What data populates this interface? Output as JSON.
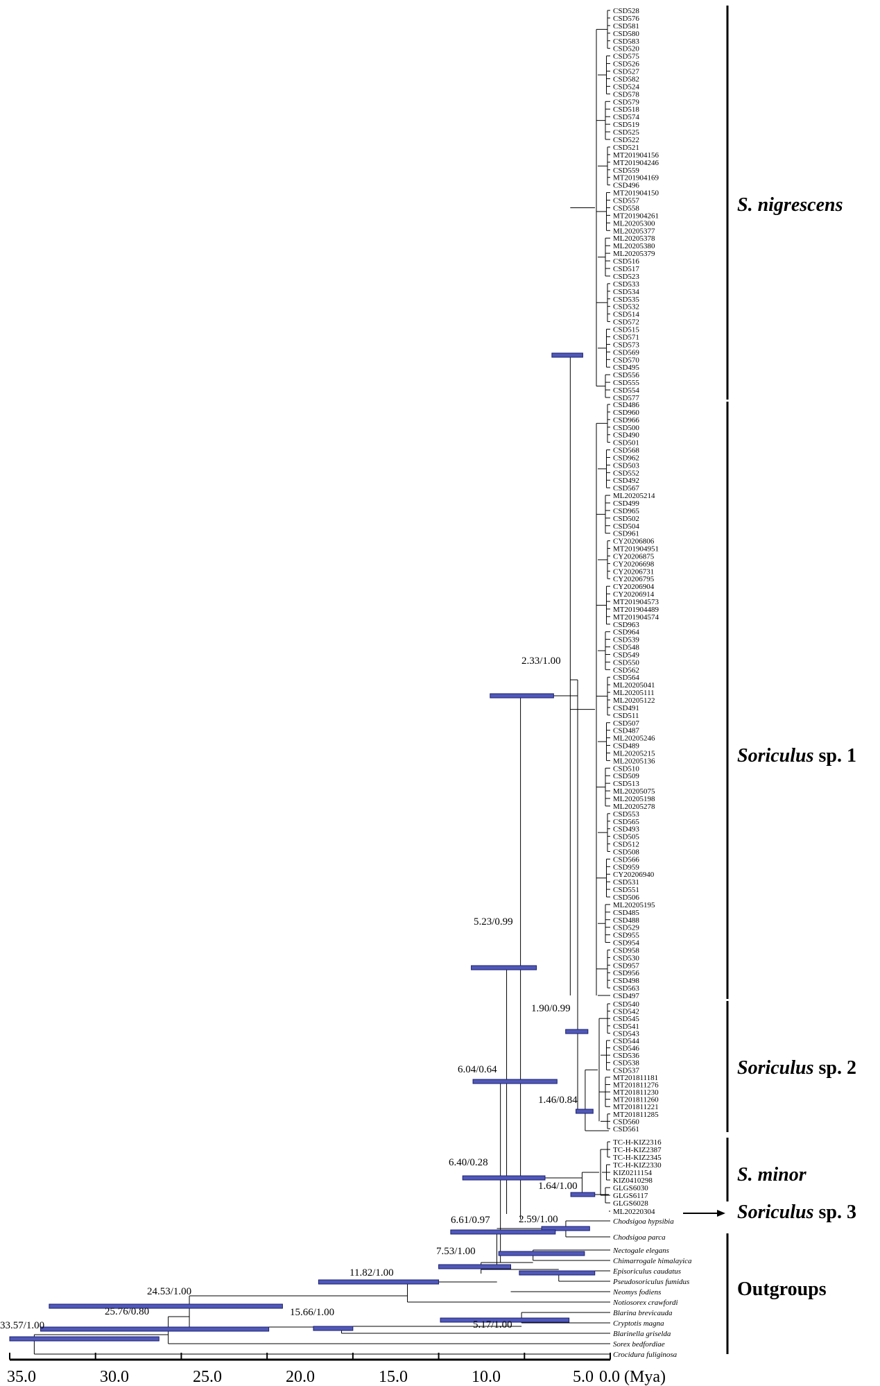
{
  "clades": {
    "nigrescens": "S. nigrescens",
    "sp1_genus": "Soriculus",
    "sp1_suffix": "sp. 1",
    "sp2_genus": "Soriculus",
    "sp2_suffix": "sp. 2",
    "minor": "S. minor",
    "sp3_genus": "Soriculus",
    "sp3_suffix": "sp. 3",
    "outgroups": "Outgroups"
  },
  "node_labels": {
    "n233": "2.33/1.00",
    "n523": "5.23/0.99",
    "n190": "1.90/0.99",
    "n604": "6.04/0.64",
    "n146": "1.46/0.84",
    "n640": "6.40/0.28",
    "n164": "1.64/1.00",
    "n661": "6.61/0.97",
    "n259": "2.59/1.00",
    "n753": "7.53/1.00",
    "n1182": "11.82/1.00",
    "n2453": "24.53/1.00",
    "n2576": "25.76/0.80",
    "n1566": "15.66/1.00",
    "n517": "5.17/1.00",
    "n3357": "33.57/1.00"
  },
  "axis": {
    "ticks": [
      "35.0",
      "30.0",
      "25.0",
      "20.0",
      "15.0",
      "10.0",
      "5.0",
      "0.0 (Mya)"
    ]
  },
  "groups": {
    "nigrescens": [
      "CSD528",
      "CSD576",
      "CSD581",
      "CSD580",
      "CSD583",
      "CSD520",
      "CSD575",
      "CSD526",
      "CSD527",
      "CSD582",
      "CSD524",
      "CSD578",
      "CSD579",
      "CSD518",
      "CSD574",
      "CSD519",
      "CSD525",
      "CSD522",
      "CSD521",
      "MT201904156",
      "MT201904246",
      "CSD559",
      "MT201904169",
      "CSD496",
      "MT201904150",
      "CSD557",
      "CSD558",
      "MT201904261",
      "ML20205300",
      "ML20205377",
      "ML20205378",
      "ML20205380",
      "ML20205379",
      "CSD516",
      "CSD517",
      "CSD523",
      "CSD533",
      "CSD534",
      "CSD535",
      "CSD532",
      "CSD514",
      "CSD572",
      "CSD515",
      "CSD571",
      "CSD573",
      "CSD569",
      "CSD570",
      "CSD495",
      "CSD556",
      "CSD555",
      "CSD554",
      "CSD577"
    ],
    "sp1": [
      "CSD486",
      "CSD960",
      "CSD966",
      "CSD500",
      "CSD490",
      "CSD501",
      "CSD568",
      "CSD962",
      "CSD503",
      "CSD552",
      "CSD492",
      "CSD567",
      "ML20205214",
      "CSD499",
      "CSD965",
      "CSD502",
      "CSD504",
      "CSD961",
      "CY20206806",
      "MT201904951",
      "CY20206875",
      "CY20206698",
      "CY20206731",
      "CY20206795",
      "CY20206904",
      "CY20206914",
      "MT201904573",
      "MT201904489",
      "MT201904574",
      "CSD963",
      "CSD964",
      "CSD539",
      "CSD548",
      "CSD549",
      "CSD550",
      "CSD562",
      "CSD564",
      "ML20205041",
      "ML20205111",
      "ML20205122",
      "CSD491",
      "CSD511",
      "CSD507",
      "CSD487",
      "ML20205246",
      "CSD489",
      "ML20205215",
      "ML20205136",
      "CSD510",
      "CSD509",
      "CSD513",
      "ML20205075",
      "ML20205198",
      "ML20205278",
      "CSD553",
      "CSD565",
      "CSD493",
      "CSD505",
      "CSD512",
      "CSD508",
      "CSD566",
      "CSD959",
      "CY20206940",
      "CSD531",
      "CSD551",
      "CSD506",
      "ML20205195",
      "CSD485",
      "CSD488",
      "CSD529",
      "CSD955",
      "CSD954",
      "CSD958",
      "CSD530",
      "CSD957",
      "CSD956",
      "CSD498",
      "CSD563",
      "CSD497"
    ],
    "sp2": [
      "CSD540",
      "CSD542",
      "CSD545",
      "CSD541",
      "CSD543",
      "CSD544",
      "CSD546",
      "CSD536",
      "CSD538",
      "CSD537",
      "MT201811181",
      "MT201811276",
      "MT201811230",
      "MT201811260",
      "MT201811221",
      "MT201811285",
      "CSD560",
      "CSD561"
    ],
    "minor": [
      "TC-H-KIZ2316",
      "TC-H-KIZ2387",
      "TC-H-KIZ2345",
      "TC-H-KIZ2330",
      "KIZ0211154",
      "KIZ0410298",
      "GLGS6030",
      "GLGS6117",
      "GLGS6028"
    ],
    "sp3": [
      "ML20220304"
    ],
    "chodsigoa": [
      "Chodsigoa hypsibia",
      "Chodsigoa parca"
    ],
    "outgroups": [
      "Nectogale elegans",
      "Chimarrogale himalayica",
      "Episoriculus caudatus",
      "Pseudosoriculus fumidus",
      "Neomys fodiens",
      "Notiosorex crawfordi",
      "Blarina brevicauda",
      "Cryptotis magna",
      "Blarinella griselda",
      "Sorex bedfordiae",
      "Crocidura fuliginosa"
    ]
  }
}
